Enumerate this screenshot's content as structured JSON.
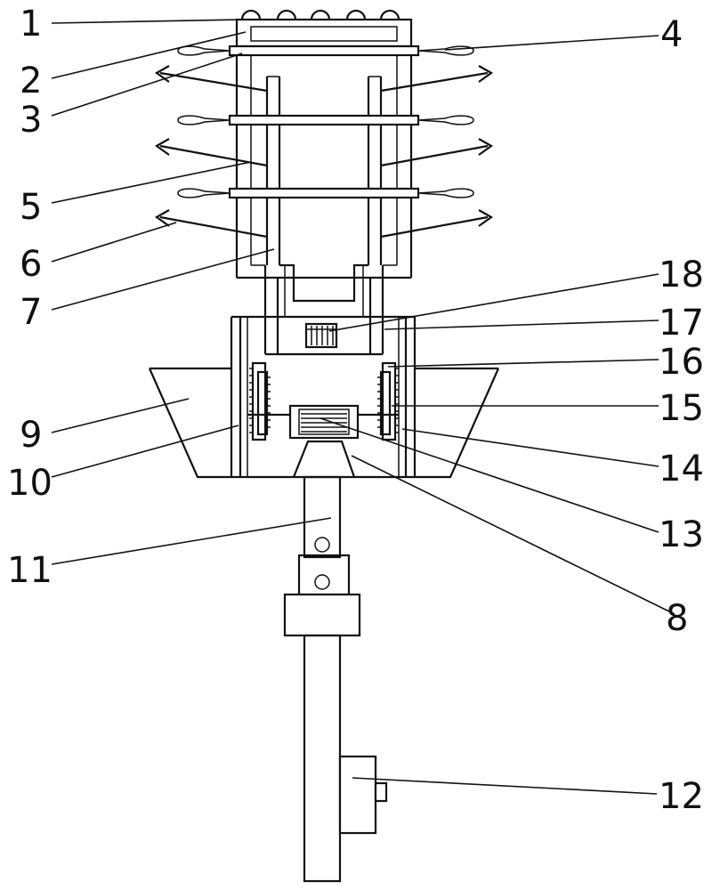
{
  "diagram": {
    "part_labels": [
      "1",
      "2",
      "3",
      "4",
      "5",
      "6",
      "7",
      "8",
      "9",
      "10",
      "11",
      "12",
      "13",
      "14",
      "15",
      "16",
      "17",
      "18"
    ]
  }
}
